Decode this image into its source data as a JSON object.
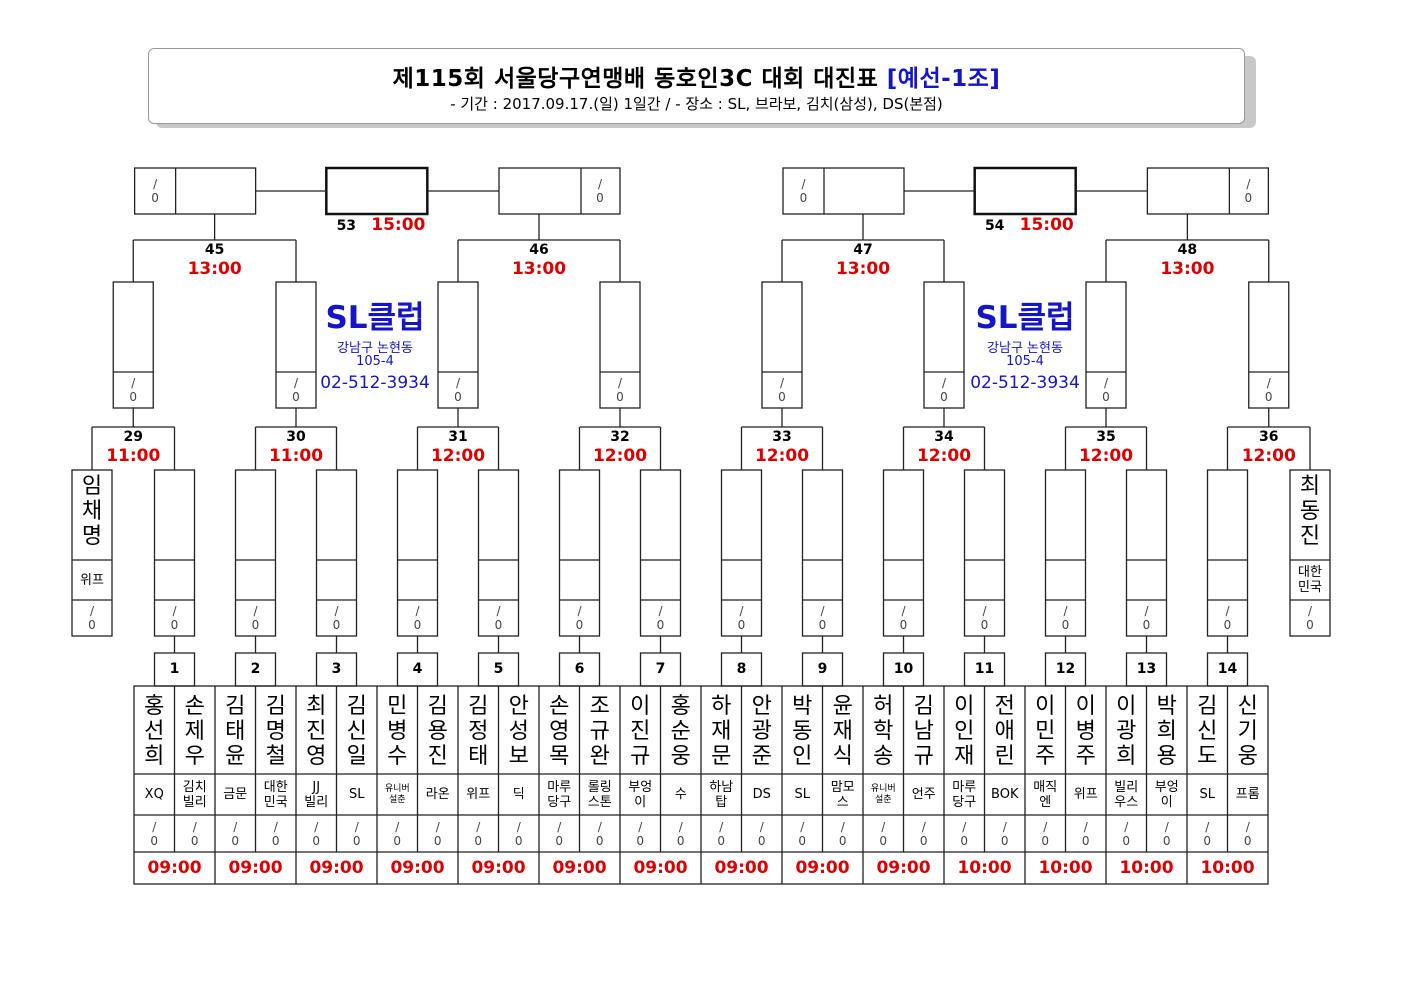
{
  "title": {
    "main": "제115회 서울당구연맹배 동호인3C 대회 대진표",
    "group": "[예선-1조]",
    "sub": "- 기간 : 2017.09.17.(일) 1일간 / - 장소 : SL, 브라보, 김치(삼성), DS(본점)"
  },
  "score_placeholder": "/\n0",
  "slclub": {
    "name": "SL클럽",
    "addr1": "강남구 논현동",
    "addr2": "105-4",
    "phone": "02-512-3934"
  },
  "finals": [
    {
      "no": "53",
      "time": "15:00"
    },
    {
      "no": "54",
      "time": "15:00"
    }
  ],
  "semis": [
    {
      "no": "45",
      "time": "13:00"
    },
    {
      "no": "46",
      "time": "13:00"
    },
    {
      "no": "47",
      "time": "13:00"
    },
    {
      "no": "48",
      "time": "13:00"
    }
  ],
  "quarters": [
    {
      "no": "29",
      "time": "11:00"
    },
    {
      "no": "30",
      "time": "11:00"
    },
    {
      "no": "31",
      "time": "12:00"
    },
    {
      "no": "32",
      "time": "12:00"
    },
    {
      "no": "33",
      "time": "12:00"
    },
    {
      "no": "34",
      "time": "12:00"
    },
    {
      "no": "35",
      "time": "12:00"
    },
    {
      "no": "36",
      "time": "12:00"
    }
  ],
  "byes": [
    {
      "name": "임\n채\n명",
      "club": "위프"
    },
    {
      "name": "최\n동\n진",
      "club": "대한\n민국"
    }
  ],
  "matches": [
    {
      "no": "1",
      "time": "09:00",
      "p": [
        {
          "name": "홍\n선\n희",
          "club": "XQ"
        },
        {
          "name": "손\n제\n우",
          "club": "김치\n빌리"
        }
      ]
    },
    {
      "no": "2",
      "time": "09:00",
      "p": [
        {
          "name": "김\n태\n윤",
          "club": "금문"
        },
        {
          "name": "김\n명\n철",
          "club": "대한\n민국"
        }
      ]
    },
    {
      "no": "3",
      "time": "09:00",
      "p": [
        {
          "name": "최\n진\n영",
          "club": "JJ\n빌리"
        },
        {
          "name": "김\n신\n일",
          "club": "SL"
        }
      ]
    },
    {
      "no": "4",
      "time": "09:00",
      "p": [
        {
          "name": "민\n병\n수",
          "club": "유니버\n설춘"
        },
        {
          "name": "김\n용\n진",
          "club": "라온"
        }
      ]
    },
    {
      "no": "5",
      "time": "09:00",
      "p": [
        {
          "name": "김\n정\n태",
          "club": "위프"
        },
        {
          "name": "안\n성\n보",
          "club": "딕"
        }
      ]
    },
    {
      "no": "6",
      "time": "09:00",
      "p": [
        {
          "name": "손\n영\n목",
          "club": "마루\n당구"
        },
        {
          "name": "조\n규\n완",
          "club": "롤링\n스톤"
        }
      ]
    },
    {
      "no": "7",
      "time": "09:00",
      "p": [
        {
          "name": "이\n진\n규",
          "club": "부엉\n이"
        },
        {
          "name": "홍\n순\n웅",
          "club": "수"
        }
      ]
    },
    {
      "no": "8",
      "time": "09:00",
      "p": [
        {
          "name": "하\n재\n문",
          "club": "하남\n탑"
        },
        {
          "name": "안\n광\n준",
          "club": "DS"
        }
      ]
    },
    {
      "no": "9",
      "time": "09:00",
      "p": [
        {
          "name": "박\n동\n인",
          "club": "SL"
        },
        {
          "name": "윤\n재\n식",
          "club": "맘모\n스"
        }
      ]
    },
    {
      "no": "10",
      "time": "09:00",
      "p": [
        {
          "name": "허\n학\n송",
          "club": "유니버\n설춘"
        },
        {
          "name": "김\n남\n규",
          "club": "언주"
        }
      ]
    },
    {
      "no": "11",
      "time": "10:00",
      "p": [
        {
          "name": "이\n인\n재",
          "club": "마루\n당구"
        },
        {
          "name": "전\n애\n린",
          "club": "BOK"
        }
      ]
    },
    {
      "no": "12",
      "time": "10:00",
      "p": [
        {
          "name": "이\n민\n주",
          "club": "매직\n엔"
        },
        {
          "name": "이\n병\n주",
          "club": "위프"
        }
      ]
    },
    {
      "no": "13",
      "time": "10:00",
      "p": [
        {
          "name": "이\n광\n희",
          "club": "빌리\n우스"
        },
        {
          "name": "박\n희\n용",
          "club": "부엉\n이"
        }
      ]
    },
    {
      "no": "14",
      "time": "10:00",
      "p": [
        {
          "name": "김\n신\n도",
          "club": "SL"
        },
        {
          "name": "신\n기\n웅",
          "club": "프롬"
        }
      ]
    }
  ]
}
